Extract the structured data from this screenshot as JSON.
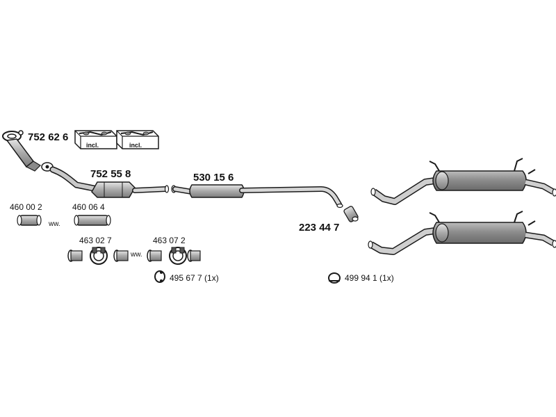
{
  "parts": {
    "front_pipe": "752 62 6",
    "catalyst": "752 55 8",
    "middle_silencer": "530 15 6",
    "rear_silencer_connector": "223 44 7",
    "gasket_a": "460 00 2",
    "gasket_b": "460 06 4",
    "clamp_a": "463 02 7",
    "clamp_b": "463 07 2",
    "mount_ring_a": "495 67 7 (1x)",
    "mount_ring_b": "499 94 1 (1x)"
  },
  "notes": {
    "incl_1": "incl.",
    "incl_2": "incl.",
    "ww_1": "ww.",
    "ww_2": "ww."
  },
  "colors": {
    "line": "#1a1a1a",
    "metal_light": "#d9d9d9",
    "metal_mid": "#a8a8a8",
    "metal_dark": "#7a7a7a"
  }
}
